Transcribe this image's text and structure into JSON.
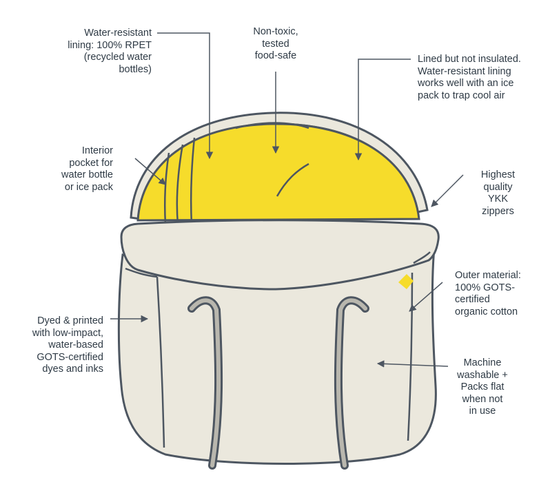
{
  "colors": {
    "ink": "#4d5661",
    "canvas": "#ebe8dd",
    "lining": "#f6dc2b",
    "trim": "#b9b7ae"
  },
  "callouts": {
    "lining": [
      "Water-resistant",
      "lining: 100% RPET",
      "(recycled water",
      "bottles)"
    ],
    "nontoxic": [
      "Non-toxic,",
      "tested",
      "food-safe"
    ],
    "insulation": [
      "Lined but not insulated.",
      "Water-resistant lining",
      "works well with an ice",
      "pack to trap cool air"
    ],
    "pocket": [
      "Interior",
      "pocket for",
      "water bottle",
      "or ice pack"
    ],
    "zippers": [
      "Highest",
      "quality",
      "YKK",
      "zippers"
    ],
    "outer": [
      "Outer material:",
      "100% GOTS-",
      "certified",
      "organic cotton"
    ],
    "dyes": [
      "Dyed & printed",
      "with low-impact,",
      "water-based",
      "GOTS-certified",
      "dyes and inks"
    ],
    "washable": [
      "Machine",
      "washable +",
      "Packs flat",
      "when not",
      "in use"
    ]
  }
}
